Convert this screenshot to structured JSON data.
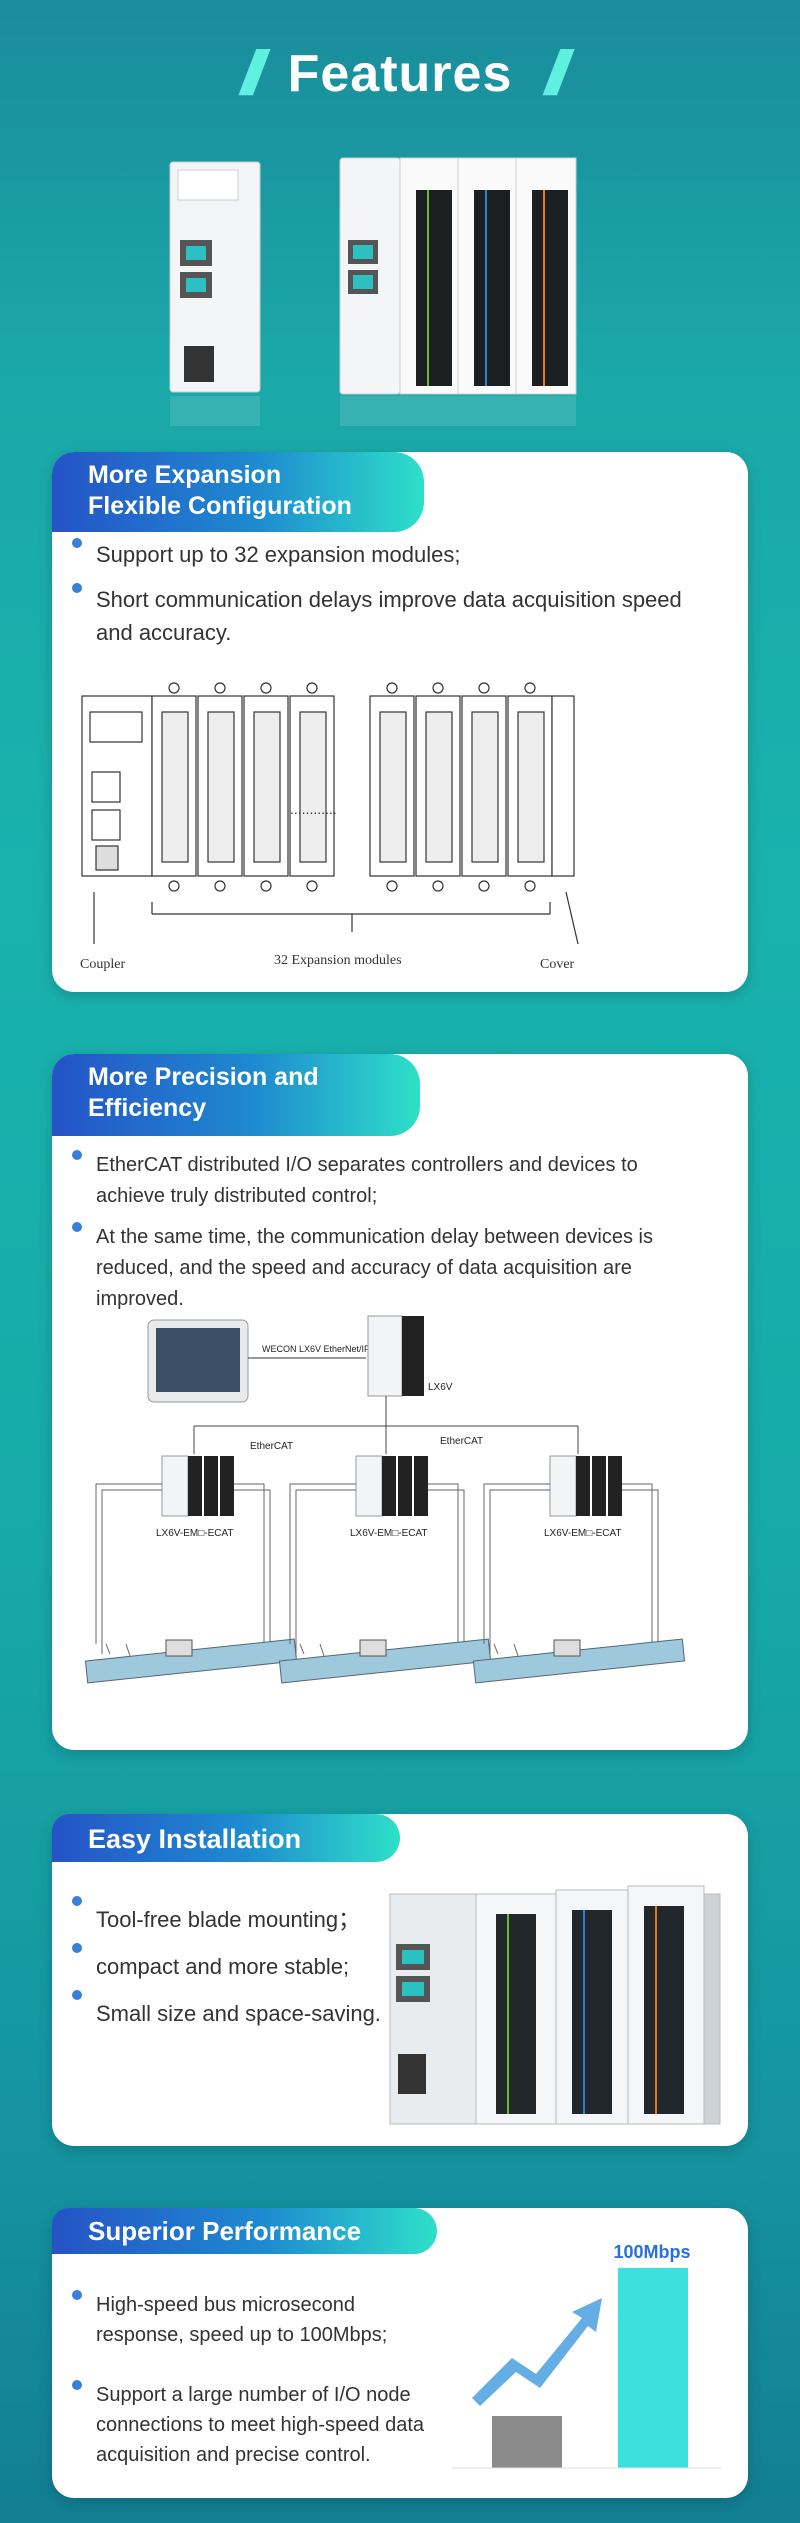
{
  "header": {
    "title": "Features",
    "slashes": "//"
  },
  "section1": {
    "tag_line1": "More Expansion",
    "tag_line2": "Flexible Configuration",
    "bullets": [
      "Support up to 32 expansion modules;",
      "Short communication delays improve data acquisition speed and accuracy."
    ],
    "diagram": {
      "coupler": "Coupler",
      "modules": "32 Expansion modules",
      "cover": "Cover",
      "dots": "............"
    }
  },
  "section2": {
    "tag_line1": "More Precision and",
    "tag_line2": "Efficiency",
    "bullets": [
      "EtherCAT distributed I/O separates controllers and devices to achieve truly distributed control;",
      "At the same time, the communication delay between devices is reduced, and the speed and accuracy of data acquisition are improved."
    ],
    "diagram": {
      "hmi_label": "WECON LX6V EtherNet/IP",
      "plc_label": "LX6V",
      "ethercat_left": "EtherCAT",
      "ethercat_right": "EtherCAT",
      "node_label": "LX6V-EM□-ECAT"
    }
  },
  "section3": {
    "tag": "Easy Installation",
    "bullets": [
      "Tool-free blade mounting；",
      "compact and more stable;",
      "Small size and space-saving."
    ]
  },
  "section4": {
    "tag": "Superior Performance",
    "bullets": [
      "High-speed bus microsecond response, speed up to 100Mbps;",
      "Support a large number of I/O node connections to meet high-speed data acquisition and precise control."
    ],
    "chart_label": "100Mbps"
  },
  "colors": {
    "accent_blue": "#2553c7",
    "accent_teal": "#2ee0c8",
    "bar_teal": "#3ee0de",
    "bar_gray": "#8a8a8a"
  }
}
